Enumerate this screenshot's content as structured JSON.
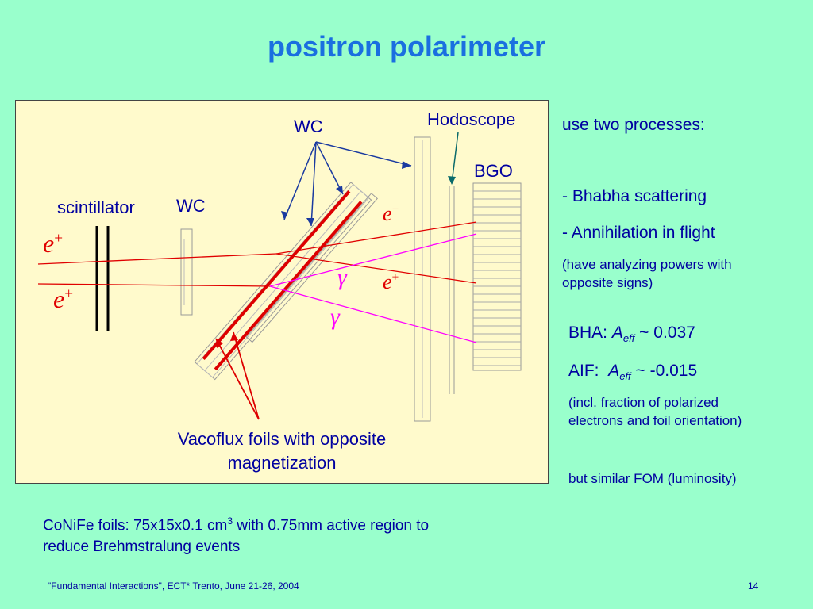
{
  "title": "positron polarimeter",
  "diagram": {
    "label_wc_top": "WC",
    "label_wc_left": "WC",
    "label_hodoscope": "Hodoscope",
    "label_bgo": "BGO",
    "label_scintillator": "scintillator",
    "sym_e": "e",
    "sym_plus": "+",
    "sym_minus": "−",
    "sym_gamma": "γ",
    "caption_line1": "Vacoflux foils with opposite",
    "caption_line2": "magnetization"
  },
  "right_panel": {
    "intro": "use two processes:",
    "process1": "- Bhabha scattering",
    "process2": "- Annihilation in flight",
    "note1_line1": "(have analyzing powers with",
    "note1_line2": "opposite signs)",
    "bha_label": "BHA: ",
    "a_symbol": "A",
    "eff_sub": "eff",
    "bha_value": " ~ 0.037",
    "aif_label": "AIF:  ",
    "aif_value": " ~ -0.015",
    "note2_line1": "(incl. fraction of polarized",
    "note2_line2": "electrons and foil orientation)",
    "fom": "but similar FOM (luminosity)"
  },
  "bottom_note": {
    "line1_pre": "CoNiFe foils: 75x15x0.1 cm",
    "line1_sup": "3",
    "line1_post": " with 0.75mm active region to",
    "line2": "reduce Brehmstralung events"
  },
  "footer": {
    "left": "\"Fundamental Interactions\", ECT* Trento, June 21-26, 2004",
    "page": "14"
  },
  "colors": {
    "background": "#99ffcc",
    "title": "#1a6fe0",
    "diagram_bg": "#fffacc",
    "text": "#0000a0",
    "beam": "#e00000",
    "gamma": "#ff00ff"
  }
}
